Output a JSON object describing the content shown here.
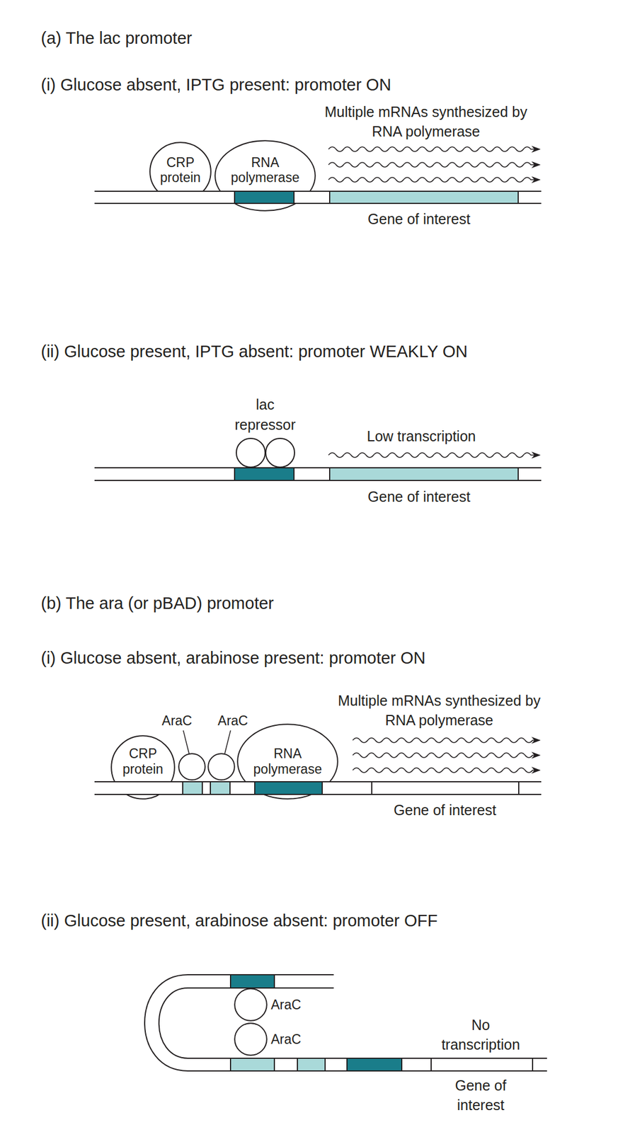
{
  "diagram": {
    "nodes": [
      {
        "text": [
          "CRP protein"
        ]
      },
      {
        "text": [
          "RNA polymerase"
        ]
      },
      {
        "text": [
          "lac repressor"
        ]
      },
      {
        "text": [
          "CRP protein"
        ]
      },
      {
        "text": [
          "AraC"
        ]
      },
      {
        "text": [
          "AraC"
        ]
      },
      {
        "text": [
          "RNA polymerase"
        ]
      },
      {
        "text": [
          "AraC"
        ]
      },
      {
        "text": [
          "AraC"
        ]
      }
    ],
    "labels": [
      "(a) The lac promoter",
      "(i) Glucose absent, IPTG present: promoter ON",
      "Multiple mRNAs synthesized by RNA polymerase",
      "Gene of interest",
      "(ii) Glucose present, IPTG absent: promoter WEAKLY ON",
      "Low transcription",
      "Gene of interest",
      "(b) The ara (or pBAD) promoter",
      "(i) Glucose absent, arabinose present: promoter ON",
      "Multiple mRNAs synthesized by RNA polymerase",
      "Gene of interest",
      "(ii) Glucose present, arabinose absent: promoter OFF",
      "No transcription",
      "Gene of interest"
    ]
  }
}
